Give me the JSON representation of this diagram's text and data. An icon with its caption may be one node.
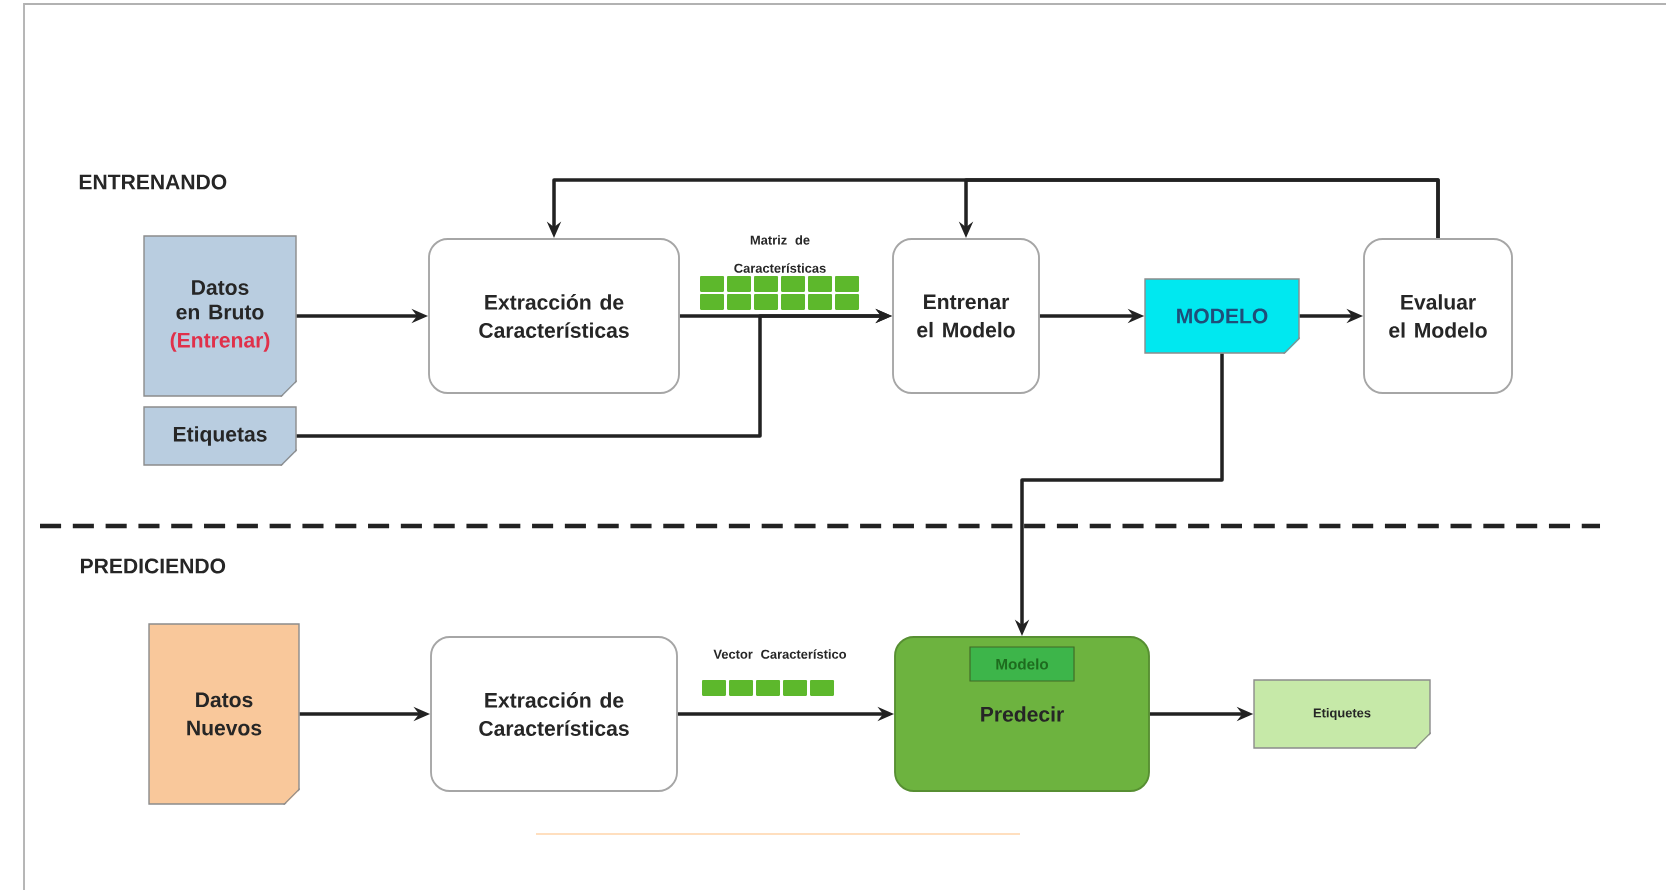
{
  "diagram": {
    "nodes": [
      {
        "text": [
          "Datos en Bruto",
          "(Entrenar)"
        ]
      },
      {
        "text": [
          "Etiquetas"
        ]
      },
      {
        "text": [
          "Extracción de Características"
        ]
      },
      {
        "text": [
          "Entrenar el Modelo"
        ]
      },
      {
        "text": [
          "MODELO"
        ]
      },
      {
        "text": [
          "Evaluar el Modelo"
        ]
      },
      {
        "text": [
          "Datos Nuevos"
        ]
      },
      {
        "text": [
          "Extracción de Características"
        ]
      },
      {
        "text": [
          "Predecir"
        ]
      },
      {
        "text": [
          "Modelo"
        ],
        "in": 8
      },
      {
        "text": [
          "Etiquetes"
        ]
      }
    ],
    "edges": [
      {
        "from": 0,
        "to": 2,
        "arrow": "to"
      },
      {
        "from": 1,
        "to": 3,
        "arrow": "to"
      },
      {
        "from": 2,
        "to": 3,
        "arrow": "to"
      },
      {
        "from": 3,
        "to": 4,
        "arrow": "to"
      },
      {
        "from": 4,
        "to": 5,
        "arrow": "to"
      },
      {
        "from": 5,
        "to": 2,
        "arrow": "to"
      },
      {
        "from": 5,
        "to": 3,
        "arrow": "to"
      },
      {
        "from": 4,
        "to": 8,
        "arrow": "to"
      },
      {
        "from": 6,
        "to": 7,
        "arrow": "to"
      },
      {
        "from": 7,
        "to": 8,
        "arrow": "to"
      },
      {
        "from": 8,
        "to": 10,
        "arrow": "to"
      }
    ],
    "labels": [
      "ENTRENANDO",
      "Matriz de Características",
      "PREDICIENDO",
      "Vector Característico"
    ]
  }
}
